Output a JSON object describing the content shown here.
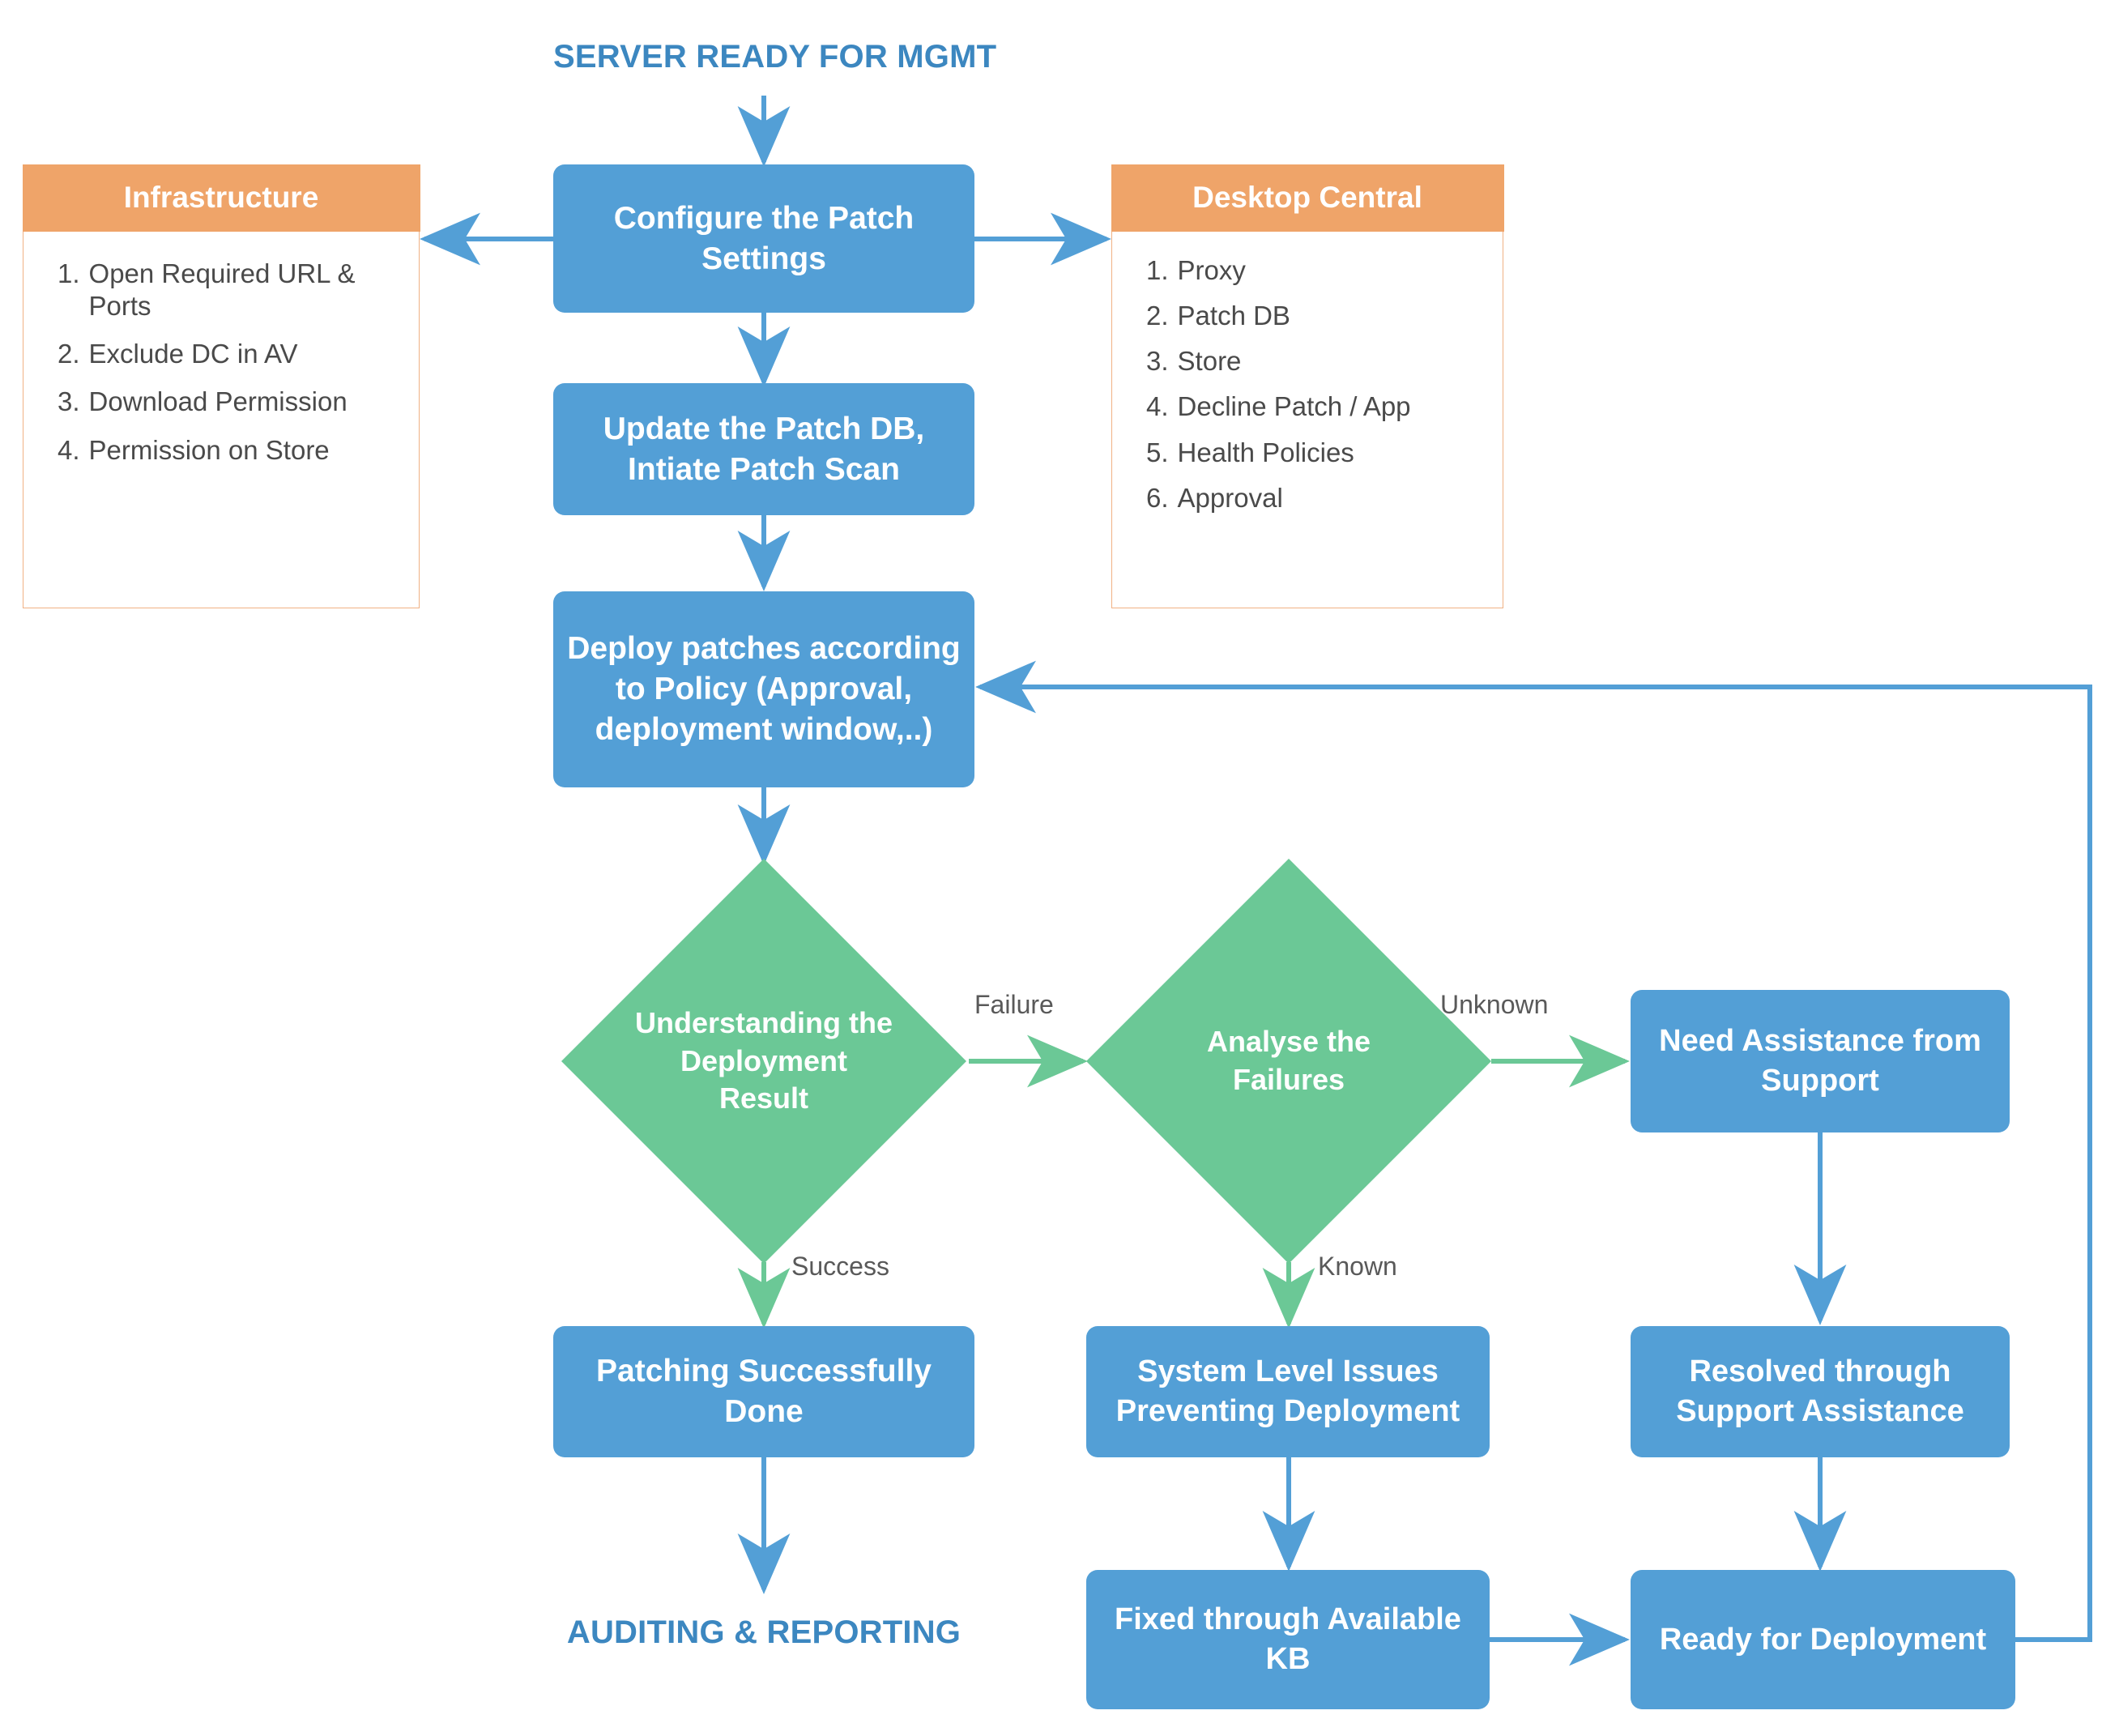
{
  "diagram": {
    "title_top": "SERVER READY FOR MGMT",
    "title_bottom": "AUDITING & REPORTING",
    "colors": {
      "process": "#539FD6",
      "decision": "#6BC896",
      "panel_header": "#EFA469",
      "panel_border": "#F0B184",
      "caption_text": "#3C87C0",
      "edge_label_text": "#595959",
      "arrow_blue": "#539FD6",
      "arrow_green": "#6BC896",
      "background": "#FFFFFF"
    }
  },
  "panels": [
    {
      "title": "Infrastructure",
      "items": [
        {
          "num": "1.",
          "text": "Open Required URL & Ports"
        },
        {
          "num": "2.",
          "text": "Exclude DC in AV"
        },
        {
          "num": "3.",
          "text": "Download Permission"
        },
        {
          "num": "4.",
          "text": "Permission on Store"
        }
      ]
    },
    {
      "title": "Desktop Central",
      "items": [
        {
          "num": "1.",
          "text": "Proxy"
        },
        {
          "num": "2.",
          "text": "Patch DB"
        },
        {
          "num": "3.",
          "text": "Store"
        },
        {
          "num": "4.",
          "text": "Decline Patch / App"
        },
        {
          "num": "5.",
          "text": "Health Policies"
        },
        {
          "num": "6.",
          "text": "Approval"
        }
      ]
    }
  ],
  "nodes": {
    "configure_patch_settings": "Configure the Patch Settings",
    "update_patch_db": "Update the Patch DB, Intiate Patch Scan",
    "deploy_patches": "Deploy patches according to Policy (Approval, deployment window,..)",
    "understanding_result": "Understanding the Deployment Result",
    "analyse_failures": "Analyse the Failures",
    "need_assistance": "Need Assistance from Support",
    "patching_done": "Patching Successfully Done",
    "system_level_issues": "System Level Issues Preventing Deployment",
    "resolved_through_support": "Resolved through Support Assistance",
    "fixed_through_kb": "Fixed through Available KB",
    "ready_for_deployment": "Ready for Deployment"
  },
  "edge_labels": {
    "failure": "Failure",
    "success": "Success",
    "unknown": "Unknown",
    "known": "Known"
  }
}
